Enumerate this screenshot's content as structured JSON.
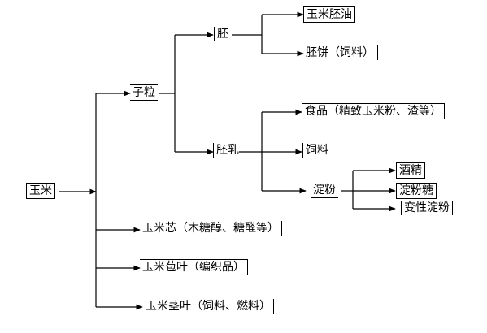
{
  "diagram": {
    "root": "玉米",
    "kernel": "子粒",
    "germ": "胚",
    "germ_oil": "玉米胚油",
    "germ_cake": "胚饼（饲料）",
    "endosperm": "胚乳",
    "food": "食品（精致玉米粉、渣等）",
    "feed": "饲料",
    "starch": "淀粉",
    "alcohol": "酒精",
    "starch_sugar": "淀粉糖",
    "modified_starch": "变性淀粉",
    "cob": "玉米芯（木糖醇、糖醛等）",
    "husk": "玉米苞叶（编织品）",
    "stalk": "玉米茎叶（饲料、燃料）"
  },
  "colors": {
    "line": "#000000",
    "text": "#000000",
    "background": "#ffffff"
  }
}
